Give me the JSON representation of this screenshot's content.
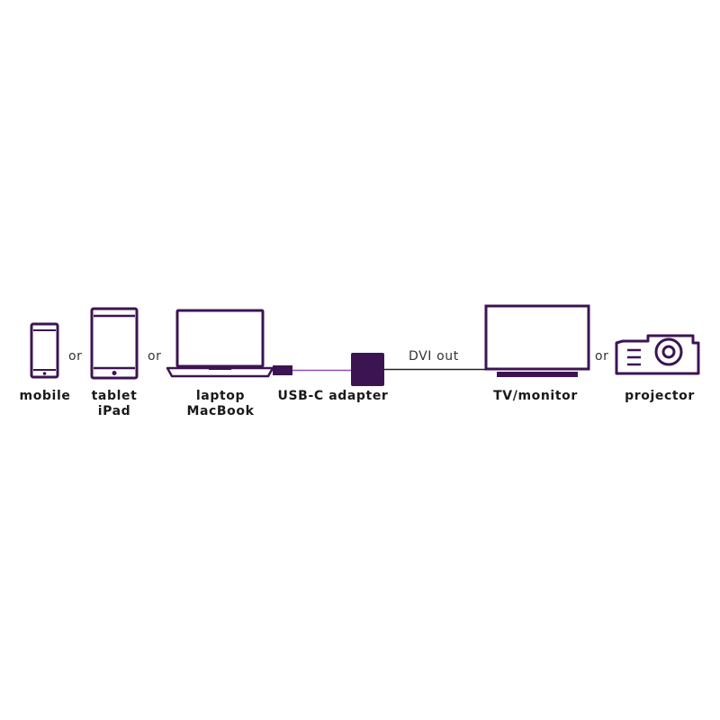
{
  "colors": {
    "device": "#3d1452",
    "cable": "#8a4fc2",
    "line": "#222222",
    "text": "#1a1a1a"
  },
  "devices": {
    "mobile": {
      "label": "mobile",
      "icon": "smartphone-icon"
    },
    "tablet": {
      "label_line1": "tablet",
      "label_line2": "iPad",
      "icon": "tablet-icon"
    },
    "laptop": {
      "label_line1": "laptop",
      "label_line2": "MacBook",
      "icon": "laptop-icon"
    },
    "adapter": {
      "label": "USB-C adapter",
      "icon": "adapter-icon"
    },
    "monitor": {
      "label": "TV/monitor",
      "icon": "monitor-icon"
    },
    "projector": {
      "label": "projector",
      "icon": "projector-icon"
    }
  },
  "separators": [
    "or",
    "or",
    "or"
  ],
  "connection": {
    "label": "DVI out"
  }
}
